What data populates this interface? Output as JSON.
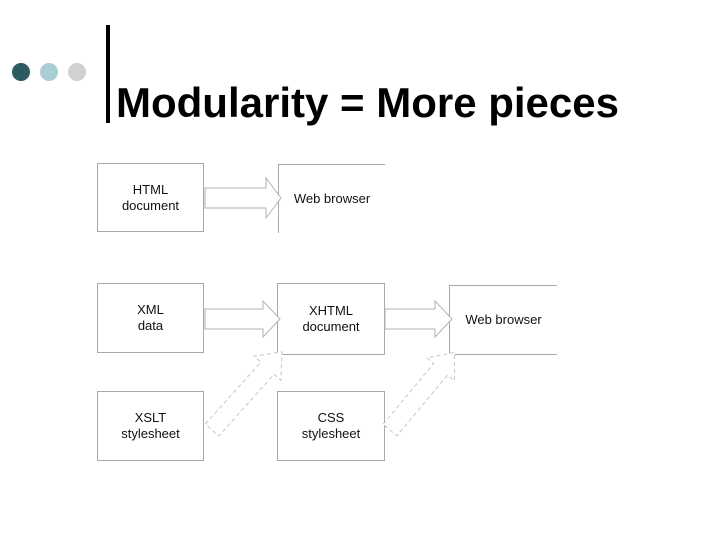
{
  "slide": {
    "title": "Modularity = More pieces"
  },
  "decoration": {
    "bullets": [
      "dark-teal-dot",
      "light-teal-dot",
      "gray-dot"
    ]
  },
  "diagram": {
    "boxes": [
      {
        "id": "html-document",
        "label": "HTML\ndocument"
      },
      {
        "id": "web-browser-1",
        "label": "Web browser"
      },
      {
        "id": "xml-data",
        "label": "XML\ndata"
      },
      {
        "id": "xhtml-document",
        "label": "XHTML\ndocument"
      },
      {
        "id": "web-browser-2",
        "label": "Web browser"
      },
      {
        "id": "xslt-stylesheet",
        "label": "XSLT\nstylesheet"
      },
      {
        "id": "css-stylesheet",
        "label": "CSS\nstylesheet"
      }
    ],
    "arrows": [
      {
        "name": "html-document-to-web-browser",
        "type": "block-arrow",
        "direction": "right"
      },
      {
        "name": "xml-data-to-xhtml-document",
        "type": "block-arrow",
        "direction": "right"
      },
      {
        "name": "xhtml-document-to-web-browser",
        "type": "block-arrow",
        "direction": "right"
      },
      {
        "name": "xslt-stylesheet-to-xhtml-document",
        "type": "block-arrow-dashed",
        "direction": "up-right"
      },
      {
        "name": "css-stylesheet-to-web-browser",
        "type": "block-arrow-dashed",
        "direction": "up-right"
      }
    ]
  },
  "colors": {
    "bullet_dark_teal": "#2d5c60",
    "bullet_light_teal": "#a9ced3",
    "bullet_gray": "#d0d2d0",
    "box_border": "#a8a8a8",
    "arrow_outline": "#b2b2b2",
    "dashed_arrow_outline": "#c6c6c6",
    "title_color": "#000000",
    "background": "#ffffff"
  }
}
